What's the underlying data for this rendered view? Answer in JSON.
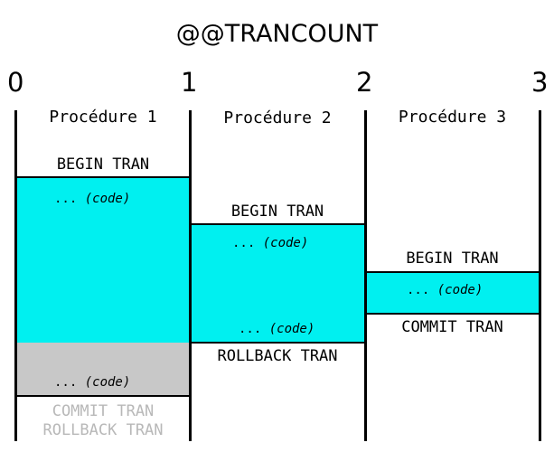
{
  "title": "@@TRANCOUNT",
  "ticks": [
    "0",
    "1",
    "2",
    "3"
  ],
  "procedures": [
    {
      "name": "Procédure 1",
      "begin": "BEGIN TRAN",
      "code_1": "... (code)",
      "code_2": "... (code)",
      "end_1": "COMMIT TRAN",
      "end_2": "ROLLBACK TRAN"
    },
    {
      "name": "Procédure 2",
      "begin": "BEGIN TRAN",
      "code_1": "... (code)",
      "code_2": "... (code)",
      "end": "ROLLBACK TRAN"
    },
    {
      "name": "Procédure 3",
      "begin": "BEGIN TRAN",
      "code_1": "... (code)",
      "end": "COMMIT TRAN"
    }
  ],
  "colors": {
    "active": "#00f0f0",
    "rolled_back": "#c8c8c8",
    "faded_text": "#b8b8b8",
    "line": "#000000"
  }
}
